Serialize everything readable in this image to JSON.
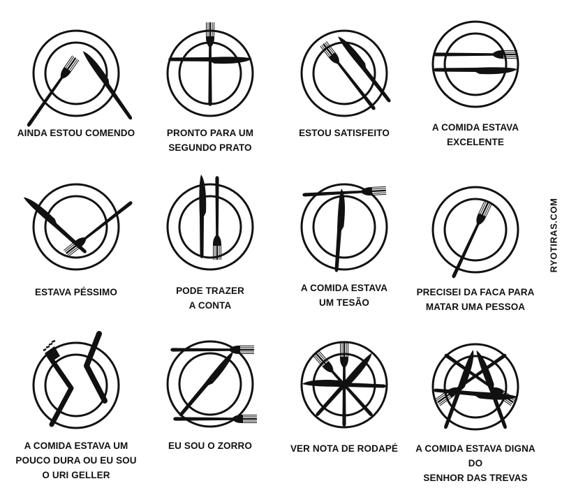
{
  "watermark": "RYOTIRAS.COM",
  "colors": {
    "ink": "#111111",
    "background": "#ffffff"
  },
  "items": [
    {
      "caption": "AINDA ESTOU COMENDO",
      "icon": "fork-knife-resting-icon"
    },
    {
      "caption": "PRONTO PARA UM\nSEGUNDO PRATO",
      "icon": "fork-knife-cross-icon"
    },
    {
      "caption": "ESTOU SATISFEITO",
      "icon": "fork-knife-parallel-icon"
    },
    {
      "caption": "A COMIDA ESTAVA\nEXCELENTE",
      "icon": "fork-knife-horizontal-icon"
    },
    {
      "caption": "ESTAVA PÉSSIMO",
      "icon": "fork-knife-v-icon"
    },
    {
      "caption": "PODE TRAZER\nA CONTA",
      "icon": "fork-knife-vertical-icon"
    },
    {
      "caption": "A COMIDA ESTAVA\nUM TESÃO",
      "icon": "fork-knife-t-shape-icon"
    },
    {
      "caption": "PRECISEI DA FACA PARA\nMATAR UMA PESSOA",
      "icon": "fork-only-icon"
    },
    {
      "caption": "A COMIDA ESTAVA UM\nPOUCO DURA OU EU SOU\nO URI GELLER",
      "icon": "bent-cutlery-icon"
    },
    {
      "caption": "EU SOU O ZORRO",
      "icon": "zorro-z-cutlery-icon"
    },
    {
      "caption": "VER NOTA DE RODAPÉ",
      "icon": "asterisk-cutlery-icon"
    },
    {
      "caption": "A COMIDA ESTAVA DIGNA DO\nSENHOR DAS TREVAS",
      "icon": "pentagram-cutlery-icon"
    }
  ]
}
